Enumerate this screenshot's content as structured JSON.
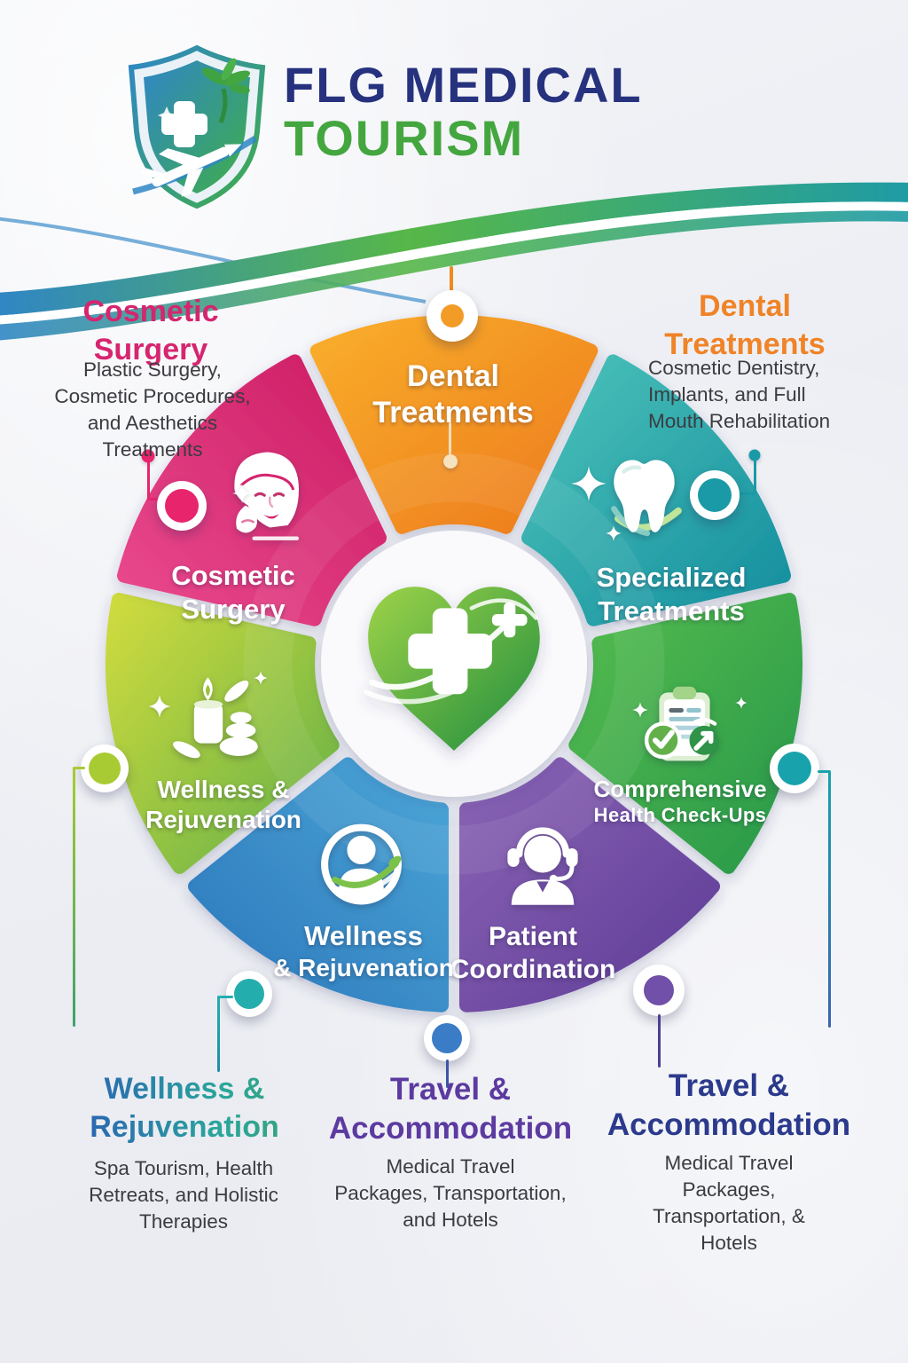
{
  "header": {
    "title_line1": "FLG MEDICAL",
    "title_line2": "TOURISM",
    "title_color_1": "#26327E",
    "title_color_2": "#44A63F",
    "logo_icon": "shield-plane-palm-logo"
  },
  "wheel": {
    "center": {
      "icon": "heart-cross-icon",
      "background": "#FAFAFC",
      "heart_color_start": "#9ED348",
      "heart_color_end": "#1F8D3F"
    },
    "segments": [
      {
        "id": "dental",
        "line1": "Dental",
        "line2": "Treatments",
        "color_start": "#F9AE2B",
        "color_end": "#ED7A1C",
        "icon": ""
      },
      {
        "id": "specialized",
        "line1": "Specialized",
        "line2": "Treatments",
        "color_start": "#4CC3BA",
        "color_end": "#148E9E",
        "icon": "tooth-icon"
      },
      {
        "id": "checkups",
        "line1": "Comprehensive",
        "line2": "Health Check-Ups",
        "color_start": "#55BC4E",
        "color_end": "#27984A",
        "icon": "clipboard-check-icon"
      },
      {
        "id": "patient",
        "line1": "Patient",
        "line2": "Coordination",
        "color_start": "#8A64B5",
        "color_end": "#5E3B96",
        "icon": "headset-agent-icon"
      },
      {
        "id": "wellness-blue",
        "line1": "Wellness",
        "line2": "& Rejuvenation",
        "color_start": "#4AA5D6",
        "color_end": "#2C77BB",
        "icon": "head-profile-icon"
      },
      {
        "id": "wellness-lime",
        "line1": "Wellness &",
        "line2": "Rejuvenation",
        "color_start": "#CFDB3E",
        "color_end": "#63B047",
        "icon": "spa-candle-stones-icon"
      },
      {
        "id": "cosmetic",
        "line1": "Cosmetic",
        "line2": "Surgery",
        "color_start": "#EA4A8F",
        "color_end": "#CC1C63",
        "icon": "cosmetic-face-icon"
      }
    ]
  },
  "callouts": {
    "top_left": {
      "heading": "Cosmetic\nSurgery",
      "body": "Plastic Surgery,\nCosmetic Procedures,\nand Aesthetics\nTreatments",
      "heading_color": "#D6256F"
    },
    "top_right": {
      "heading": "Dental\nTreatments",
      "body": "Cosmetic Dentistry,\nImplants, and Full\nMouth Rehabilitation",
      "heading_color": "#F08327"
    },
    "bottom_left": {
      "heading": "Wellness &\nRejuvenation",
      "body": "Spa Tourism, Health\nRetreats, and Holistic\nTherapies",
      "heading_color": "#2A7FA9"
    },
    "bottom_center": {
      "heading": "Travel &\nAccommodation",
      "body": "Medical Travel\nPackages, Transportation,\nand Hotels",
      "heading_color": "#5C3AA0"
    },
    "bottom_right": {
      "heading": "Travel &\nAccommodation",
      "body": "Medical Travel Packages,\nTransportation, & Hotels",
      "heading_color": "#2B3A8C"
    }
  }
}
